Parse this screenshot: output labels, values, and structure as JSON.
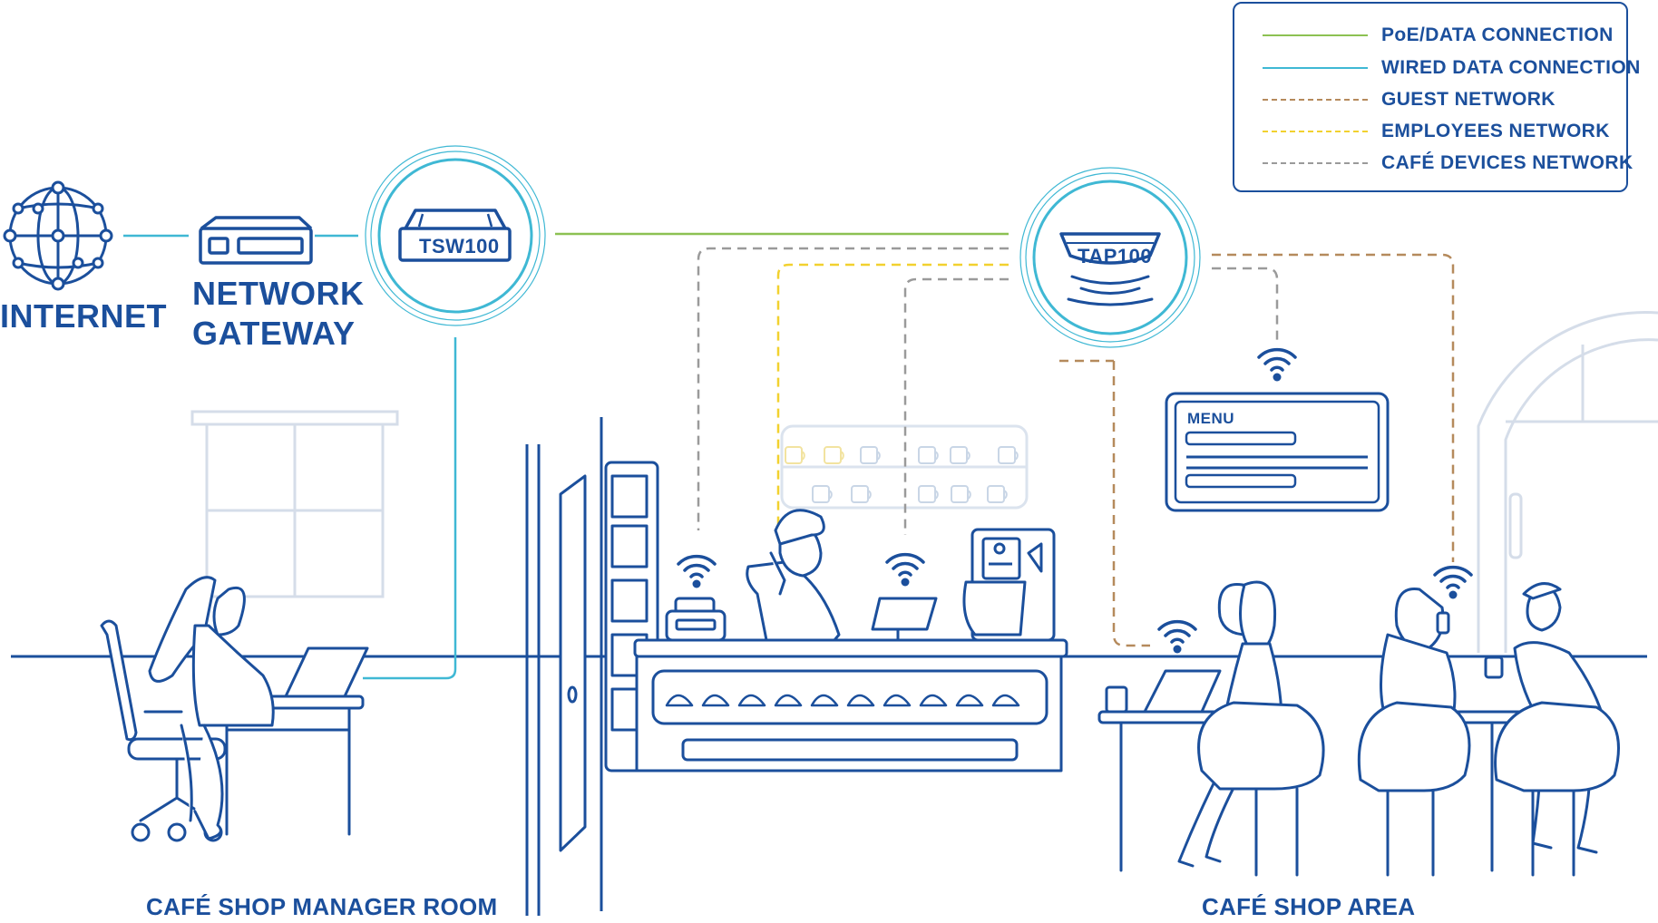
{
  "nodes": {
    "internet": "INTERNET",
    "gateway_line1": "NETWORK",
    "gateway_line2": "GATEWAY",
    "switch": "TSW100",
    "access_point": "TAP100",
    "menu_board": "MENU"
  },
  "areas": {
    "manager_room": "CAFÉ SHOP MANAGER ROOM",
    "shop_area": "CAFÉ SHOP AREA"
  },
  "legend": [
    {
      "label": "PoE/DATA CONNECTION",
      "color": "#8cc152",
      "style": "solid"
    },
    {
      "label": "WIRED DATA CONNECTION",
      "color": "#3fb8d4",
      "style": "solid"
    },
    {
      "label": "GUEST NETWORK",
      "color": "#b58a5c",
      "style": "dashed"
    },
    {
      "label": "EMPLOYEES NETWORK",
      "color": "#f2d12f",
      "style": "dashed"
    },
    {
      "label": "CAFÉ DEVICES NETWORK",
      "color": "#9a9a9a",
      "style": "dashed"
    }
  ],
  "colors": {
    "primary": "#1b4f9c",
    "poe": "#8cc152",
    "wired": "#3fb8d4",
    "guest": "#b58a5c",
    "employees": "#f2d12f",
    "devices": "#9a9a9a",
    "faint": "#d5dde9"
  }
}
